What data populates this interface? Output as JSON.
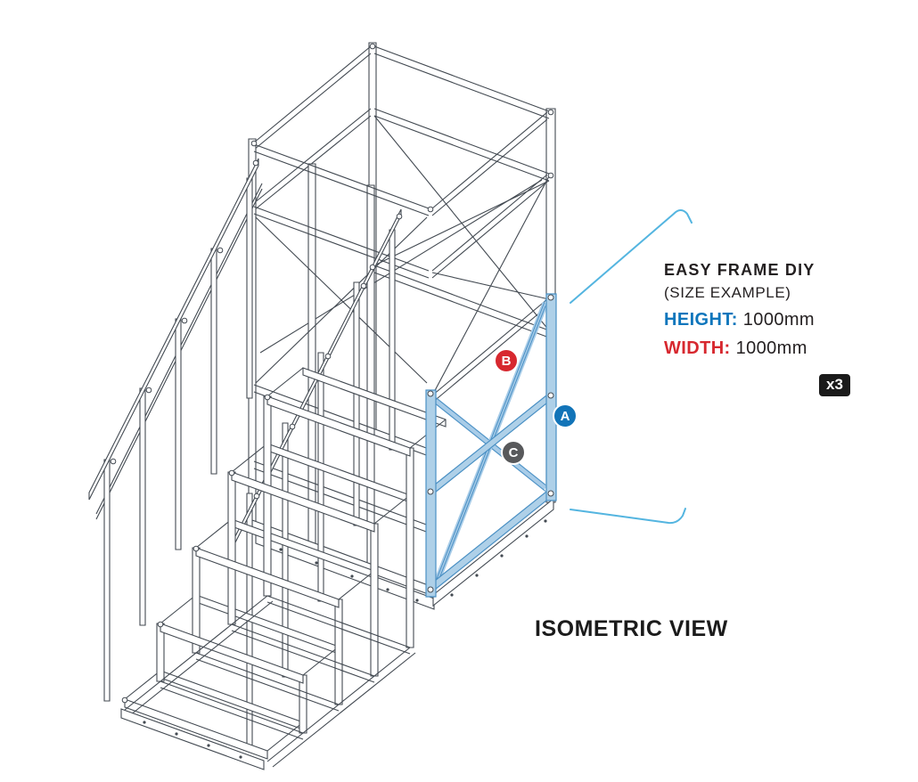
{
  "view_label": "ISOMETRIC VIEW",
  "callout": {
    "title": "EASY FRAME DIY",
    "subtitle": "(SIZE EXAMPLE)",
    "height_label": "HEIGHT:",
    "height_value": "1000mm",
    "width_label": "WIDTH:",
    "width_value": "1000mm",
    "quantity_badge": "x3"
  },
  "markers": {
    "a": {
      "label": "A",
      "color": "#1274b8"
    },
    "b": {
      "label": "B",
      "color": "#d7282f"
    },
    "c": {
      "label": "C",
      "color": "#58595b"
    }
  },
  "colors": {
    "height_label": "#0e76bc",
    "width_label": "#d7282f",
    "leader_line": "#54b5e0",
    "highlight_fill": "#aed0e8",
    "highlight_stroke": "#4a90c4",
    "drawing_line": "#434a52",
    "quantity_badge_bg": "#1a1a1a"
  }
}
